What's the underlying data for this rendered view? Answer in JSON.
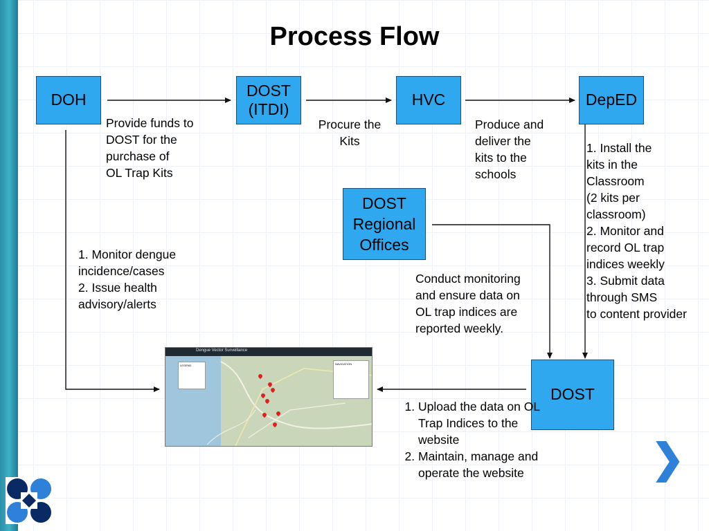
{
  "title": "Process Flow",
  "nodes": {
    "doh": "DOH",
    "dost_itdi": "DOST\n(ITDI)",
    "hvc": "HVC",
    "deped": "DepED",
    "dost_regional": "DOST\nRegional\nOffices",
    "dost": "DOST"
  },
  "labels": {
    "provide_funds": "Provide funds to\nDOST for the\npurchase of\nOL Trap Kits",
    "procure": "Procure the\nKits",
    "produce": "Produce and\ndeliver the\nkits to the\nschools",
    "deped_tasks": "1. Install the\nkits in the\nClassroom\n(2 kits per\nclassroom)\n2. Monitor and\nrecord OL trap\nindices weekly\n3. Submit data\n through SMS\n to content provider",
    "doh_tasks": "1. Monitor dengue\n    incidence/cases\n2. Issue health\n    advisory/alerts",
    "regional_tasks": "Conduct monitoring\nand ensure data on\nOL trap indices are\nreported weekly."
  },
  "dost_steps": [
    "Upload the data on OL Trap Indices to the website",
    "Maintain, manage and operate the website"
  ],
  "map": {
    "title": "Dengue Vector Surveillance",
    "legend": "LEGEND",
    "panel": "NAVIGATION"
  },
  "colors": {
    "box_fill": "#2fa8ef",
    "box_border": "#1c4f7a",
    "accent_bar": "#3fb0c7",
    "chevron": "#2e80d8"
  }
}
